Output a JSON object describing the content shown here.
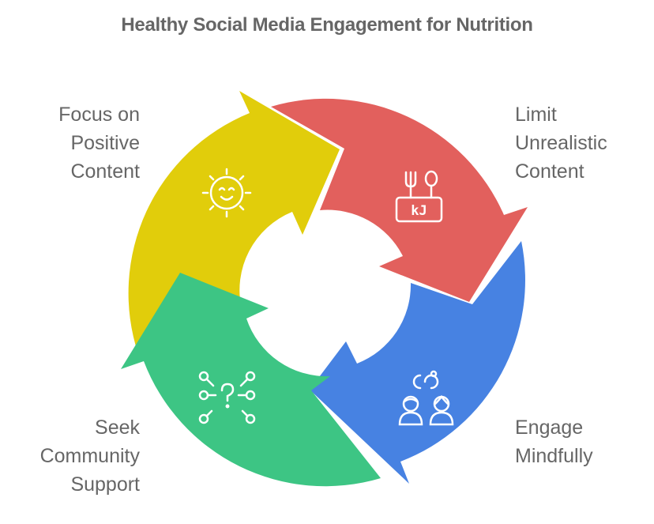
{
  "title": "Healthy Social Media Engagement for Nutrition",
  "colors": {
    "yellow": "#E1CD0B",
    "red": "#E2605D",
    "blue": "#4782E2",
    "green": "#3DC584",
    "text": "#666666"
  },
  "steps": [
    {
      "id": "limit",
      "lines": [
        "Limit",
        "Unrealistic",
        "Content"
      ],
      "icon": "kilojoule-food-icon",
      "color": "red"
    },
    {
      "id": "engage",
      "lines": [
        "Engage",
        "Mindfully"
      ],
      "icon": "people-connection-icon",
      "color": "blue"
    },
    {
      "id": "seek",
      "lines": [
        "Seek",
        "Community",
        "Support"
      ],
      "icon": "question-network-icon",
      "color": "green"
    },
    {
      "id": "focus",
      "lines": [
        "Focus on",
        "Positive",
        "Content"
      ],
      "icon": "smiling-sun-icon",
      "color": "yellow"
    }
  ]
}
